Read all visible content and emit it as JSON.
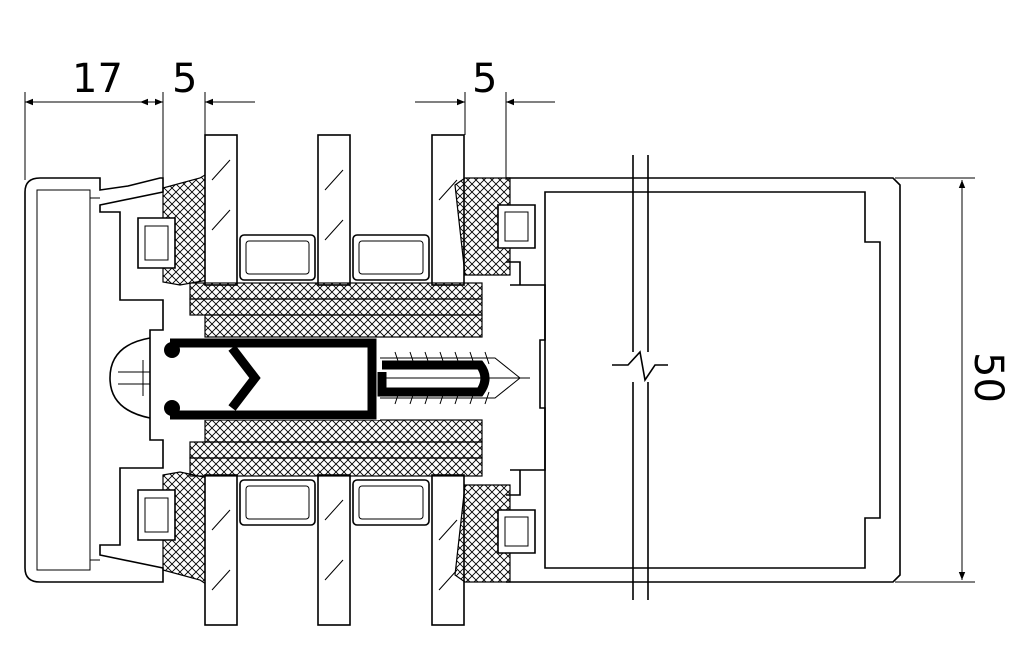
{
  "dimensions": {
    "left_width": "17",
    "left_gap": "5",
    "right_gap": "5",
    "overall_height": "50"
  }
}
